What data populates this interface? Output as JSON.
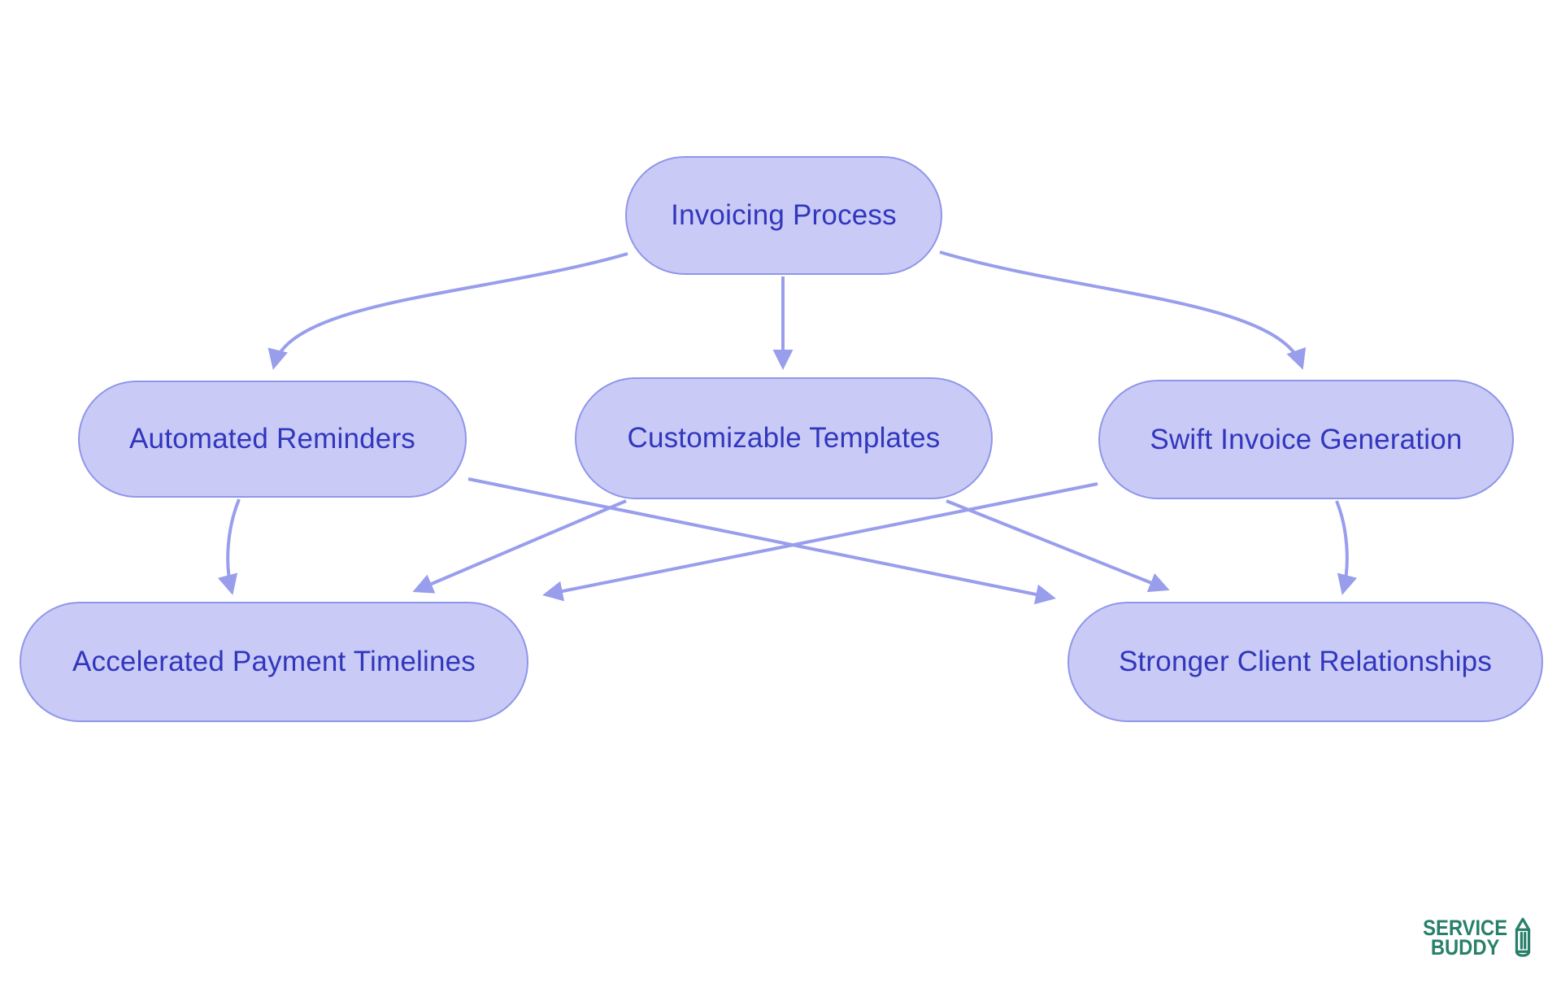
{
  "diagram": {
    "title_node": "Invoicing Process",
    "nodes": {
      "invoicing": {
        "label": "Invoicing Process"
      },
      "automated": {
        "label": "Automated Reminders"
      },
      "customizable": {
        "label": "Customizable Templates"
      },
      "swift": {
        "label": "Swift Invoice Generation"
      },
      "accelerated": {
        "label": "Accelerated Payment Timelines"
      },
      "stronger": {
        "label": "Stronger Client Relationships"
      }
    },
    "edges": [
      {
        "from": "Invoicing Process",
        "to": "Automated Reminders"
      },
      {
        "from": "Invoicing Process",
        "to": "Customizable Templates"
      },
      {
        "from": "Invoicing Process",
        "to": "Swift Invoice Generation"
      },
      {
        "from": "Automated Reminders",
        "to": "Accelerated Payment Timelines"
      },
      {
        "from": "Automated Reminders",
        "to": "Stronger Client Relationships"
      },
      {
        "from": "Customizable Templates",
        "to": "Accelerated Payment Timelines"
      },
      {
        "from": "Customizable Templates",
        "to": "Stronger Client Relationships"
      },
      {
        "from": "Swift Invoice Generation",
        "to": "Accelerated Payment Timelines"
      },
      {
        "from": "Swift Invoice Generation",
        "to": "Stronger Client Relationships"
      }
    ]
  },
  "branding": {
    "logo_line1": "SERVICE",
    "logo_line2": "BUDDY",
    "logo_icon": "pencil-icon",
    "logo_color": "#28806a"
  },
  "colors": {
    "background": "#ffffff",
    "node_fill": "#c9cbf6",
    "node_border": "#8f96e8",
    "arrow": "#989eec",
    "node_text": "#3136bd"
  }
}
